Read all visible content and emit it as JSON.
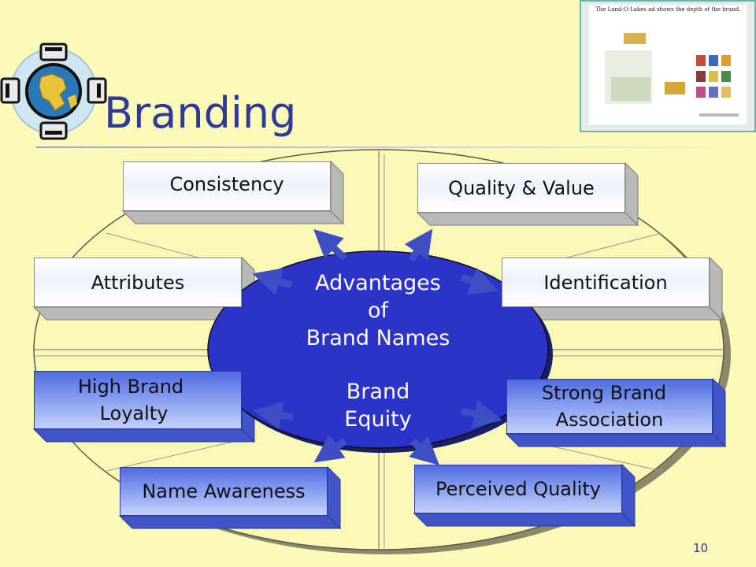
{
  "slide": {
    "title": "Branding",
    "page_number": "10"
  },
  "thumbnail": {
    "caption": "The Land-O-Lakes ad shows the depth of the brand."
  },
  "center": {
    "line1": "Advantages",
    "line2": "of",
    "line3": "Brand Names",
    "line4": "Brand",
    "line5": "Equity"
  },
  "boxes": {
    "consistency": "Consistency",
    "quality_value": "Quality & Value",
    "attributes": "Attributes",
    "identification": "Identification",
    "loyalty_line1": "High Brand",
    "loyalty_line2": "Loyalty",
    "association_line1": "Strong Brand",
    "association_line2": "Association",
    "name_awareness": "Name Awareness",
    "perceived_quality": "Perceived Quality"
  },
  "colors": {
    "background": "#fcf9b9",
    "title": "#2e3a9a",
    "center_ellipse": "#2b33c9",
    "blue_box": "#6f86ea",
    "outer_ellipse": "#fbf7b4"
  }
}
